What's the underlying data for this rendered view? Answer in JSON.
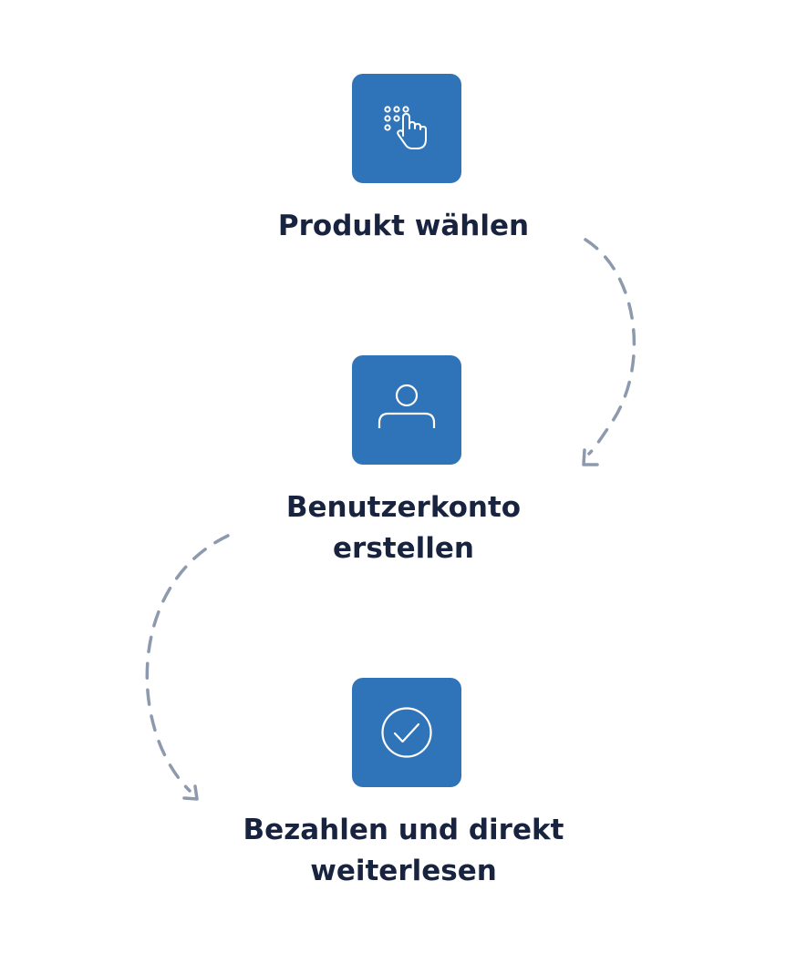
{
  "steps": [
    {
      "label": "Produkt wählen",
      "icon": "tap-keypad-icon"
    },
    {
      "label": "Benutzerkonto\nerstellen",
      "icon": "user-icon"
    },
    {
      "label": "Bezahlen und direkt\nweiterlesen",
      "icon": "check-circle-icon"
    }
  ],
  "colors": {
    "icon_background": "#2f73b8",
    "label_text": "#17233f",
    "arrow": "#8d9aae"
  }
}
